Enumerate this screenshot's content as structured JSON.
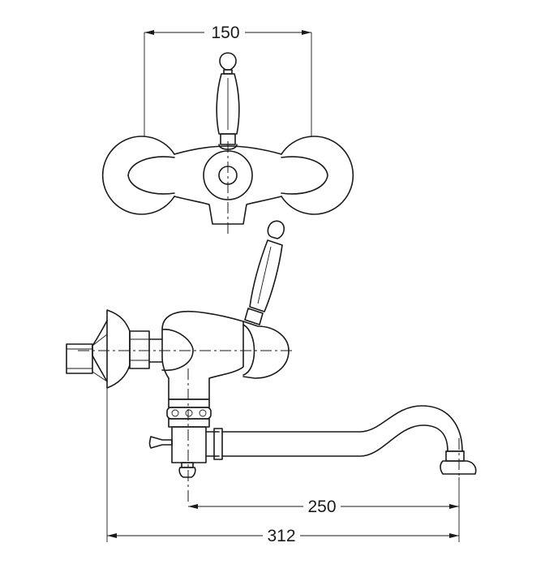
{
  "dimensions": {
    "wall_center_spacing": "150",
    "spout_reach": "250",
    "overall_reach": "312"
  }
}
